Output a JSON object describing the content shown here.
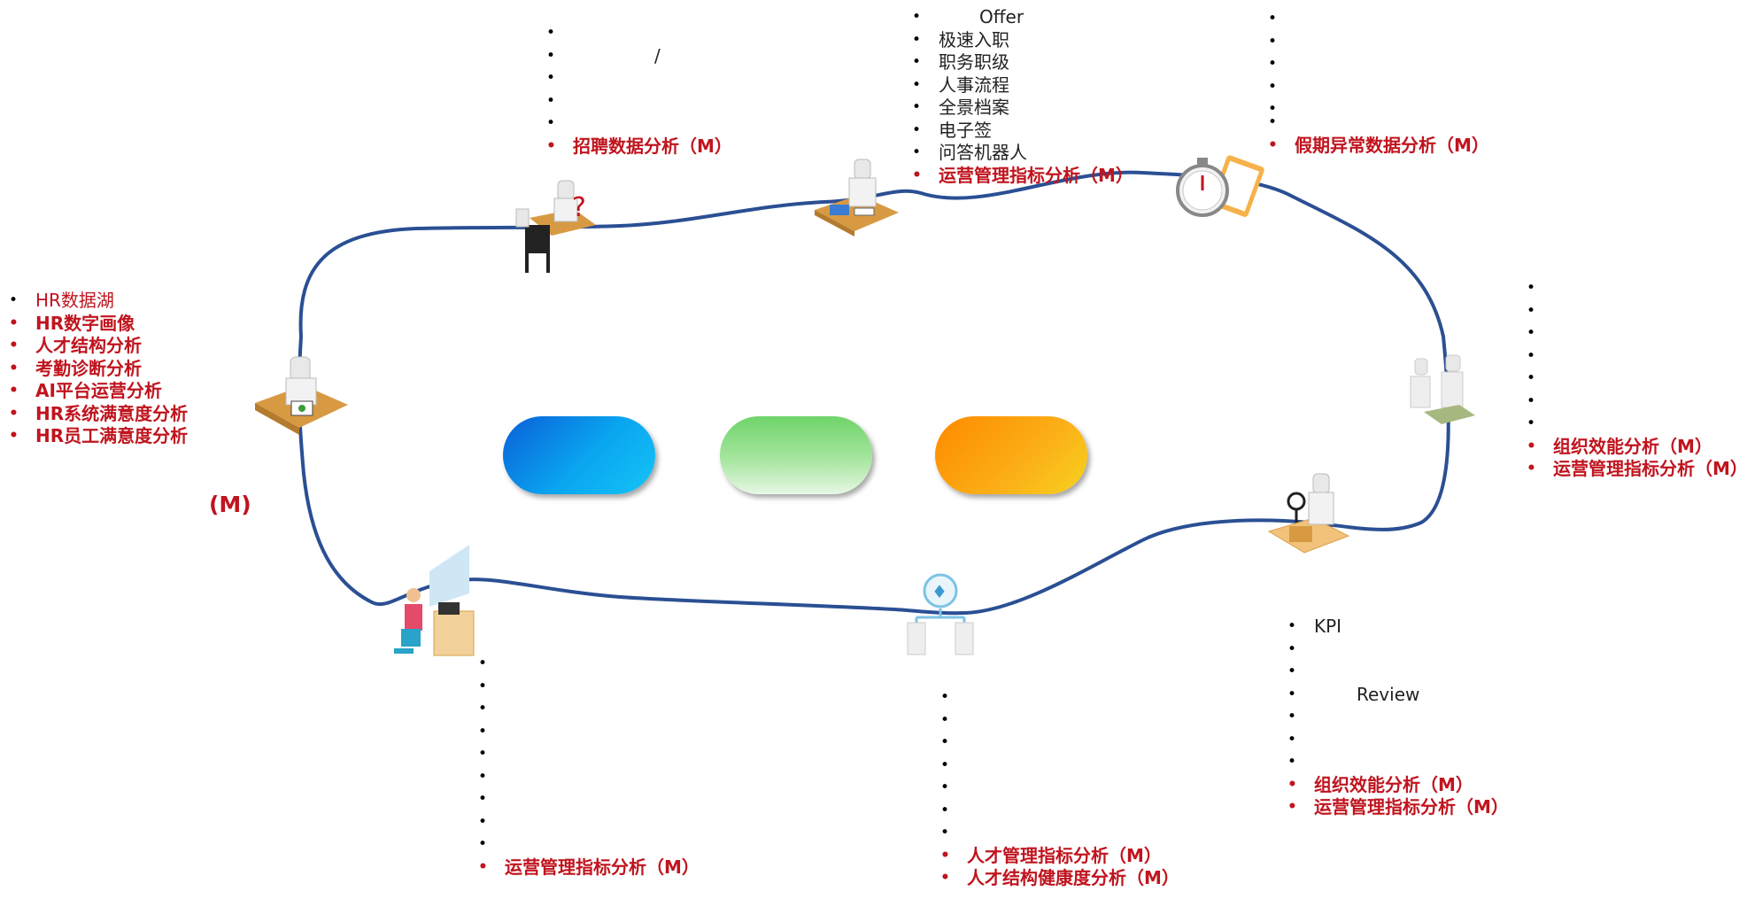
{
  "left_list": [
    "HR数据湖",
    "HR数字画像",
    "人才结构分析",
    "考勤诊断分析",
    "AI平台运营分析",
    "HR系统满意度分析",
    "HR员工满意度分析"
  ],
  "left_m_label": "(M)",
  "recruit_list": [
    "",
    "/",
    "",
    "",
    "",
    "招聘数据分析（M）"
  ],
  "onboard_list": [
    "Offer",
    "极速入职",
    "职务职级",
    "人事流程",
    "全景档案",
    "电子签",
    "问答机器人",
    "运营管理指标分析（M）"
  ],
  "attendance_list": [
    "",
    "",
    "",
    "",
    "",
    "",
    "假期异常数据分析（M）"
  ],
  "compensation_list": [
    "",
    "",
    "",
    "",
    "",
    "",
    "",
    "组织效能分析（M）",
    "运营管理指标分析（M）"
  ],
  "performance_list": [
    "KPI",
    "",
    "",
    "Review",
    "",
    "",
    "",
    "组织效能分析（M）",
    "运营管理指标分析（M）"
  ],
  "talent_list": [
    "",
    "",
    "",
    "",
    "",
    "",
    "",
    "人才管理指标分析（M）",
    "人才结构健康度分析（M）"
  ],
  "training_list": [
    "",
    "",
    "",
    "",
    "",
    "",
    "",
    "",
    "",
    "运营管理指标分析（M）"
  ],
  "colors": {
    "loop": "#2a4f93",
    "accent_red": "#c0141e"
  },
  "pills": [
    {
      "name": "blue-pill",
      "color": "#0a8fe8"
    },
    {
      "name": "green-pill",
      "color": "#8fdc89"
    },
    {
      "name": "orange-pill",
      "color": "#fba51a"
    }
  ]
}
